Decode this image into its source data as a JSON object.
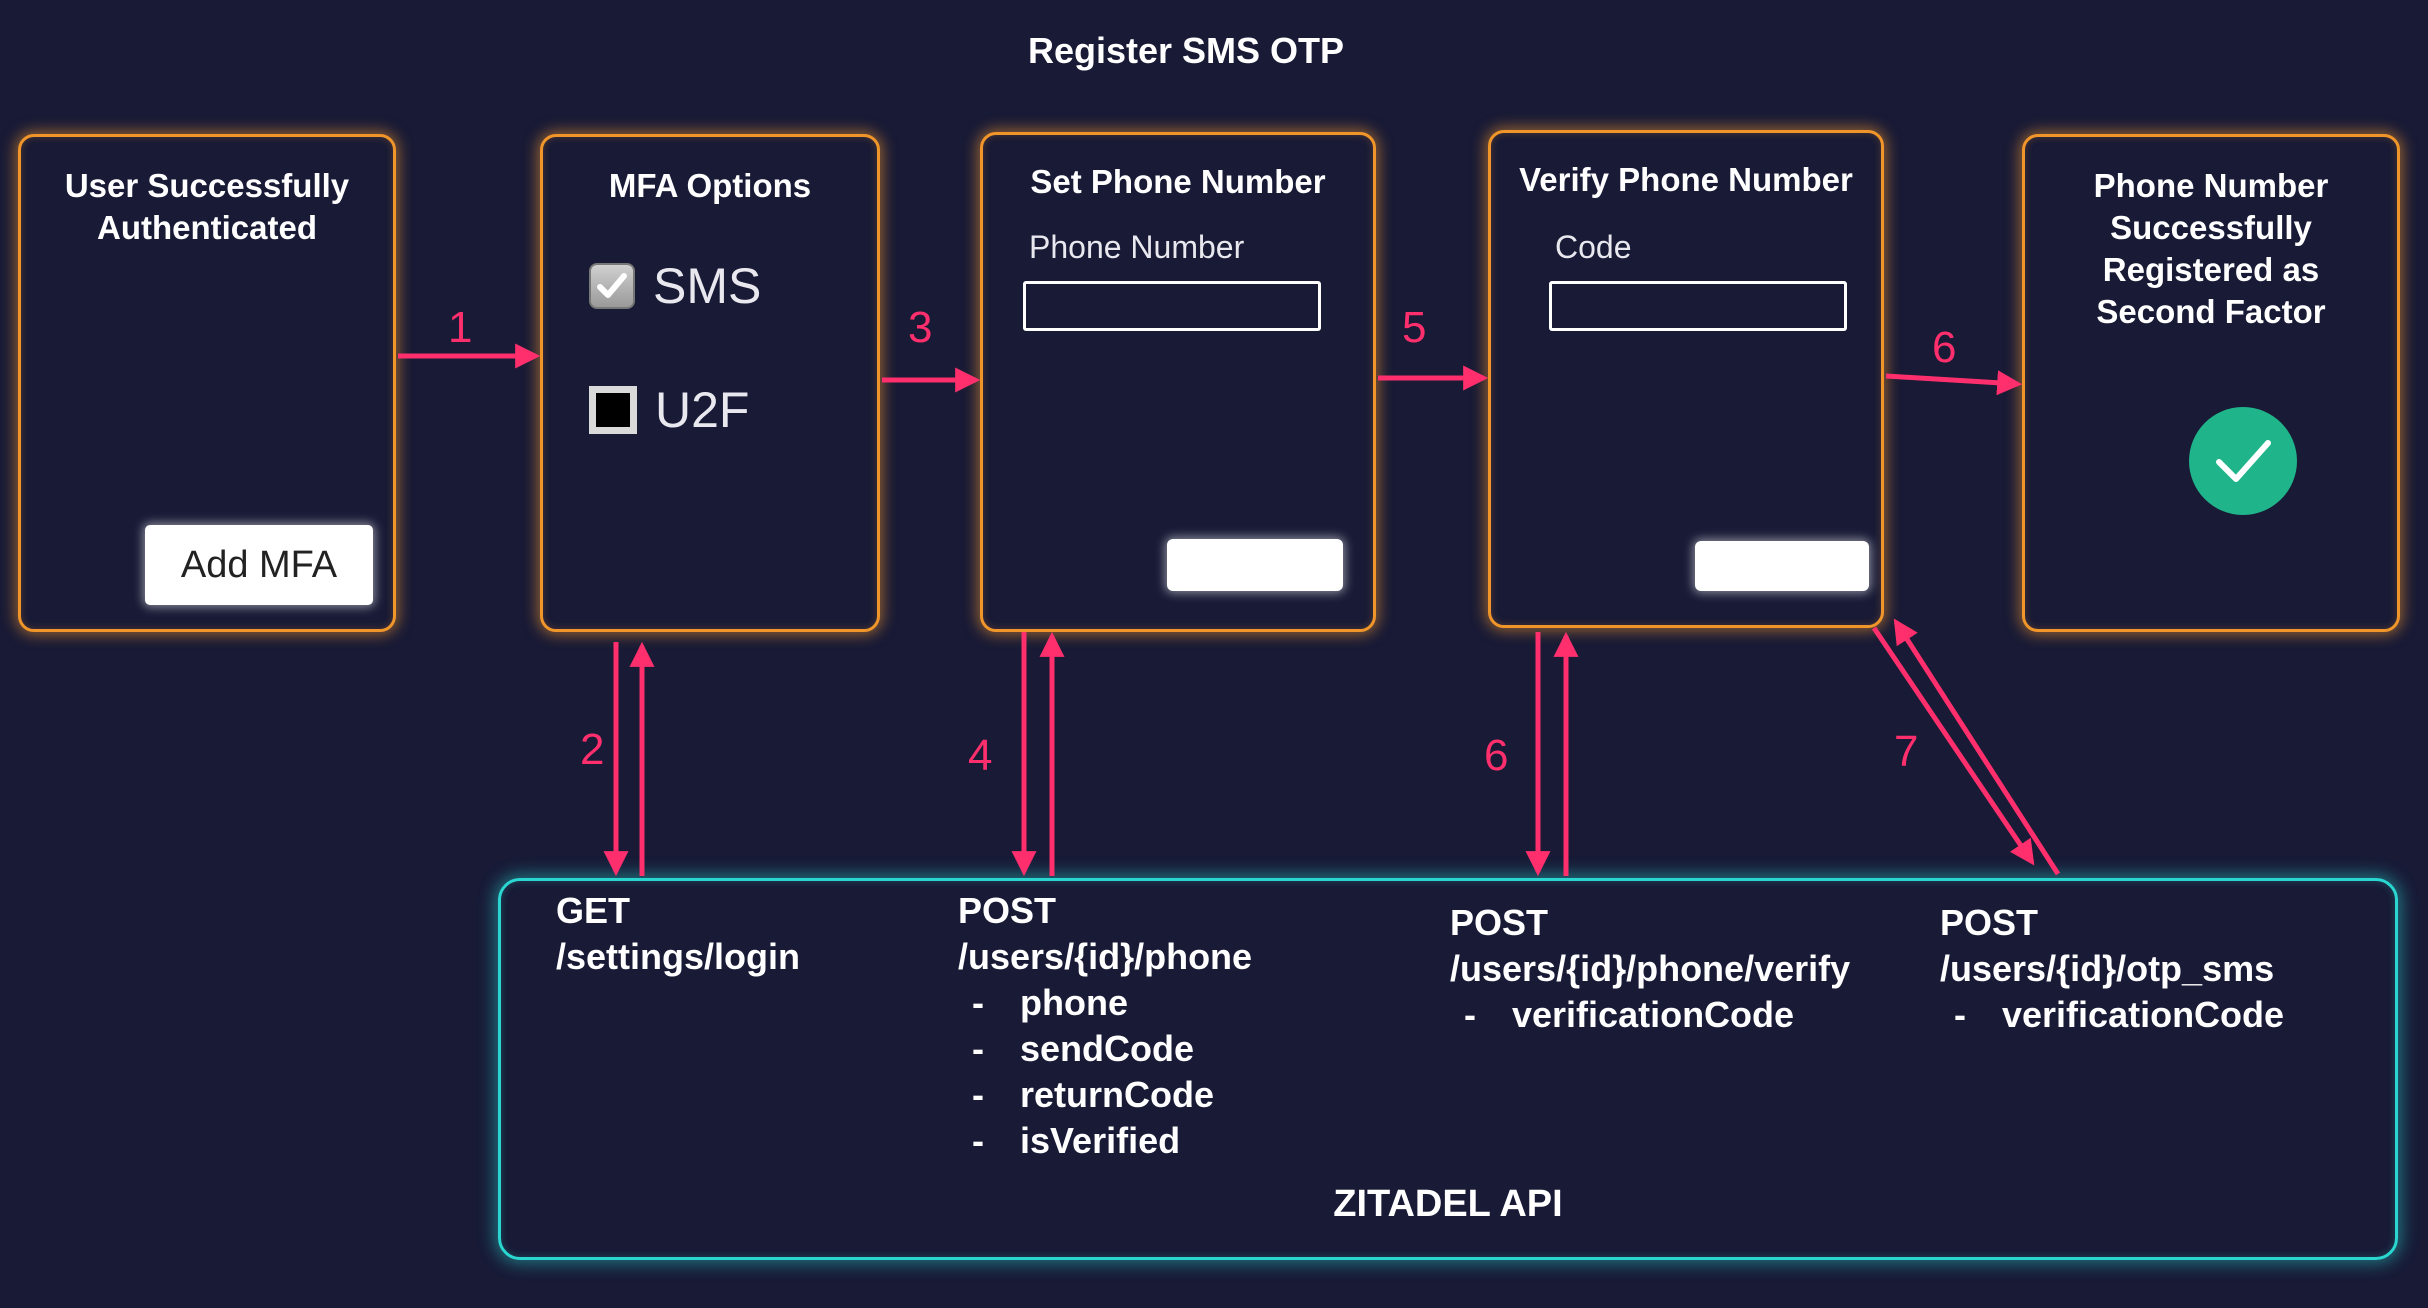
{
  "title": "Register SMS OTP",
  "colors": {
    "background": "#181a36",
    "card_border": "#f0952a",
    "api_border": "#2ad6d0",
    "arrow": "#ff2f6d",
    "success": "#1fb48a"
  },
  "cards": {
    "authenticated": {
      "title": "User Successfully Authenticated",
      "button": "Add MFA"
    },
    "mfa_options": {
      "title": "MFA Options",
      "options": [
        {
          "label": "SMS",
          "checked": true
        },
        {
          "label": "U2F",
          "checked": false
        }
      ]
    },
    "set_phone": {
      "title": "Set Phone Number",
      "field_label": "Phone Number"
    },
    "verify_phone": {
      "title": "Verify Phone Number",
      "field_label": "Code"
    },
    "success": {
      "title": "Phone Number Successfully Registered as Second Factor",
      "icon": "check-icon"
    }
  },
  "step_numbers": [
    "1",
    "2",
    "3",
    "4",
    "5",
    "6",
    "6",
    "7"
  ],
  "api": {
    "label": "ZITADEL API",
    "endpoints": [
      {
        "method": "GET",
        "path": "/settings/login",
        "params": []
      },
      {
        "method": "POST",
        "path": "/users/{id}/phone",
        "params": [
          "phone",
          "sendCode",
          "returnCode",
          "isVerified"
        ]
      },
      {
        "method": "POST",
        "path": "/users/{id}/phone/verify",
        "params": [
          "verificationCode"
        ]
      },
      {
        "method": "POST",
        "path": "/users/{id}/otp_sms",
        "params": [
          "verificationCode"
        ]
      }
    ]
  }
}
